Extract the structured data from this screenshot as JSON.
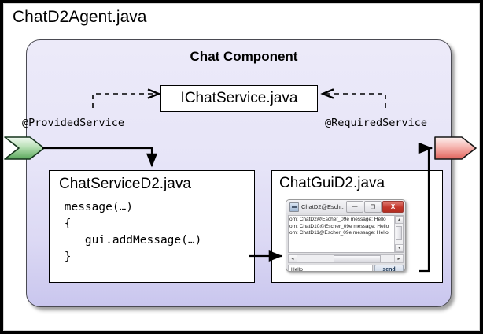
{
  "diagram": {
    "agent_title": "ChatD2Agent.java",
    "component_title": "Chat Component",
    "interface_box_label": "IChatService.java",
    "annotations": {
      "provided": "@ProvidedService",
      "required": "@RequiredService"
    },
    "ports": {
      "provided_port_name": "provided-service-port",
      "provided_port_color": "#6db86f",
      "required_port_name": "required-service-port",
      "required_port_color": "#ef6a6a"
    }
  },
  "service_box": {
    "title": "ChatServiceD2.java",
    "code": " message(…)\n {\n    gui.addMessage(…)\n }"
  },
  "gui_box": {
    "title": "ChatGuiD2.java",
    "window": {
      "title": "ChatD2@Esch..",
      "buttons": {
        "minimize": "—",
        "maximize": "❐",
        "close": "X"
      },
      "messages": [
        "om: ChatD2@Escher_09e message: Hello",
        "om: ChatD10@Escher_09e message: Hello",
        "om: ChatD11@Escher_09e message: Hello"
      ],
      "input_value": "Hello",
      "send_label": "send",
      "scroll_up": "▲",
      "scroll_down": "▼",
      "scroll_left": "◄",
      "scroll_right": "►"
    }
  }
}
